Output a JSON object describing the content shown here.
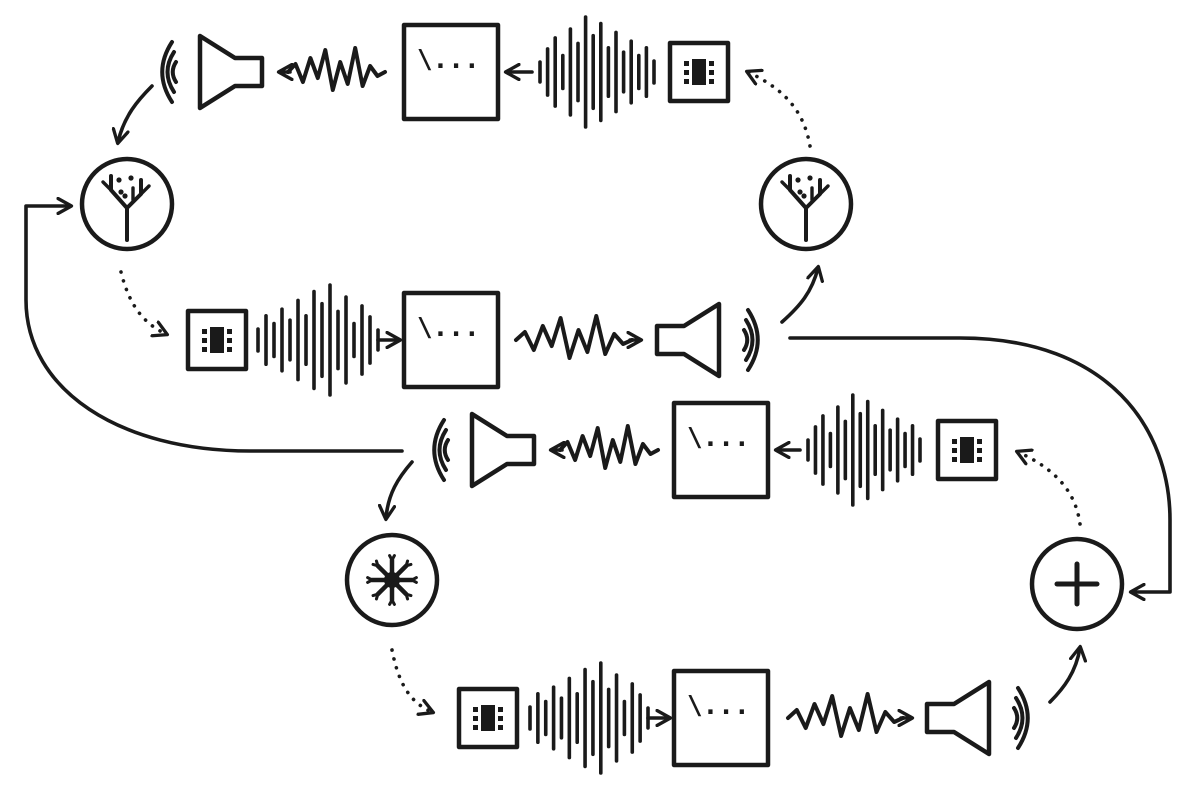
{
  "colors": {
    "ink": "#1a1a1a",
    "background": "#ffffff"
  },
  "diagram": {
    "description_free": true,
    "rows": [
      {
        "id": "row1",
        "direction": "rtl",
        "elements": [
          "chip-icon",
          "waveform-icon",
          "terminal-icon",
          "signal-icon",
          "speaker-icon",
          "sound-waves-icon"
        ]
      },
      {
        "id": "row2",
        "direction": "ltr",
        "elements": [
          "chip-icon",
          "waveform-icon",
          "terminal-icon",
          "signal-icon",
          "speaker-icon",
          "sound-waves-icon"
        ]
      },
      {
        "id": "row3",
        "direction": "rtl",
        "elements": [
          "chip-icon",
          "waveform-icon",
          "terminal-icon",
          "signal-icon",
          "speaker-icon",
          "sound-waves-icon"
        ]
      },
      {
        "id": "row4",
        "direction": "ltr",
        "elements": [
          "chip-icon",
          "waveform-icon",
          "terminal-icon",
          "signal-icon",
          "speaker-icon",
          "sound-waves-icon"
        ]
      }
    ],
    "nodes": [
      {
        "id": "node-left-top",
        "icon": "branching-tree-icon"
      },
      {
        "id": "node-right-top",
        "icon": "branching-tree-icon"
      },
      {
        "id": "node-left-bottom",
        "icon": "splat-icon"
      },
      {
        "id": "node-right-bottom",
        "icon": "plus-icon"
      }
    ],
    "terminal_text": "\\..."
  }
}
